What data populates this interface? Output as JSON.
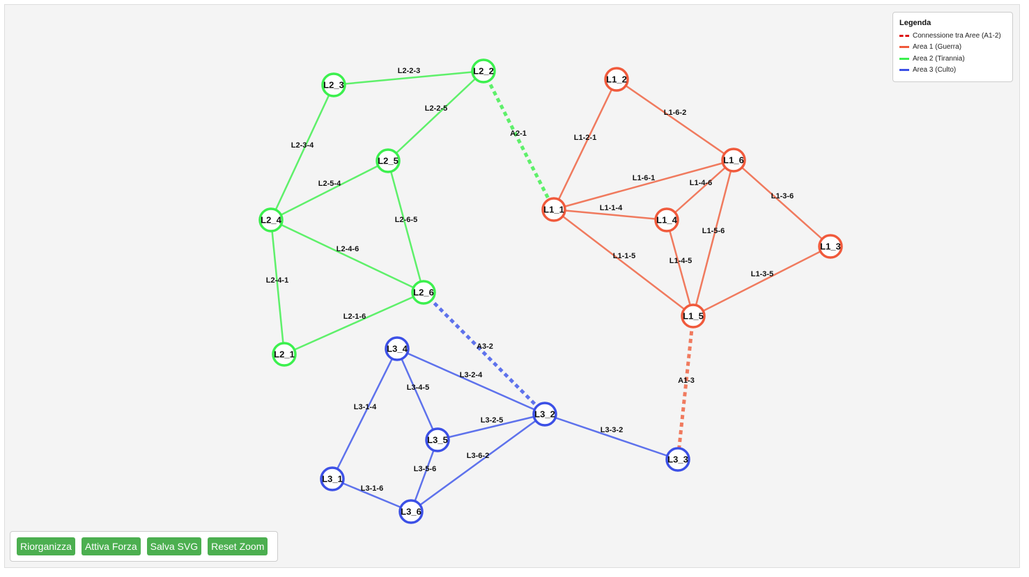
{
  "colors": {
    "area1_node": "#f05a3c",
    "area1_edge": "#f07a5e",
    "area2_node": "#3cf04e",
    "area2_edge": "#5ef06a",
    "area3_node": "#3c50e6",
    "area3_edge": "#5e72ec",
    "legend_connection": "#dd1111"
  },
  "legend": {
    "title": "Legenda",
    "items": [
      {
        "label": "Connessione tra Aree (A1-2)",
        "color": "#dd1111",
        "dashed": true
      },
      {
        "label": "Area 1 (Guerra)",
        "color": "#f05a3c",
        "dashed": false
      },
      {
        "label": "Area 2 (Tirannia)",
        "color": "#3cf04e",
        "dashed": false
      },
      {
        "label": "Area 3 (Culto)",
        "color": "#3c50e6",
        "dashed": false
      }
    ]
  },
  "controls": {
    "reorganize_label": "Riorganizza",
    "force_label": "Attiva Forza",
    "save_label": "Salva SVG",
    "reset_label": "Reset Zoom"
  },
  "graph": {
    "nodes": [
      {
        "id": "L1_1",
        "label": "L1_1",
        "area": 1
      },
      {
        "id": "L1_2",
        "label": "L1_2",
        "area": 1
      },
      {
        "id": "L1_3",
        "label": "L1_3",
        "area": 1
      },
      {
        "id": "L1_4",
        "label": "L1_4",
        "area": 1
      },
      {
        "id": "L1_5",
        "label": "L1_5",
        "area": 1
      },
      {
        "id": "L1_6",
        "label": "L1_6",
        "area": 1
      },
      {
        "id": "L2_1",
        "label": "L2_1",
        "area": 2
      },
      {
        "id": "L2_2",
        "label": "L2_2",
        "area": 2
      },
      {
        "id": "L2_3",
        "label": "L2_3",
        "area": 2
      },
      {
        "id": "L2_4",
        "label": "L2_4",
        "area": 2
      },
      {
        "id": "L2_5",
        "label": "L2_5",
        "area": 2
      },
      {
        "id": "L2_6",
        "label": "L2_6",
        "area": 2
      },
      {
        "id": "L3_1",
        "label": "L3_1",
        "area": 3
      },
      {
        "id": "L3_2",
        "label": "L3_2",
        "area": 3
      },
      {
        "id": "L3_3",
        "label": "L3_3",
        "area": 3
      },
      {
        "id": "L3_4",
        "label": "L3_4",
        "area": 3
      },
      {
        "id": "L3_5",
        "label": "L3_5",
        "area": 3
      },
      {
        "id": "L3_6",
        "label": "L3_6",
        "area": 3
      }
    ],
    "edges": [
      {
        "id": "L1-2-1",
        "source": "L1_2",
        "target": "L1_1",
        "area": 1
      },
      {
        "id": "L1-6-2",
        "source": "L1_6",
        "target": "L1_2",
        "area": 1
      },
      {
        "id": "L1-6-1",
        "source": "L1_6",
        "target": "L1_1",
        "area": 1
      },
      {
        "id": "L1-1-4",
        "source": "L1_1",
        "target": "L1_4",
        "area": 1
      },
      {
        "id": "L1-4-6",
        "source": "L1_4",
        "target": "L1_6",
        "area": 1
      },
      {
        "id": "L1-3-6",
        "source": "L1_3",
        "target": "L1_6",
        "area": 1
      },
      {
        "id": "L1-5-6",
        "source": "L1_5",
        "target": "L1_6",
        "area": 1
      },
      {
        "id": "L1-1-5",
        "source": "L1_1",
        "target": "L1_5",
        "area": 1
      },
      {
        "id": "L1-4-5",
        "source": "L1_4",
        "target": "L1_5",
        "area": 1
      },
      {
        "id": "L1-3-5",
        "source": "L1_3",
        "target": "L1_5",
        "area": 1
      },
      {
        "id": "L2-2-3",
        "source": "L2_2",
        "target": "L2_3",
        "area": 2
      },
      {
        "id": "L2-2-5",
        "source": "L2_2",
        "target": "L2_5",
        "area": 2
      },
      {
        "id": "L2-3-4",
        "source": "L2_3",
        "target": "L2_4",
        "area": 2
      },
      {
        "id": "L2-5-4",
        "source": "L2_5",
        "target": "L2_4",
        "area": 2
      },
      {
        "id": "L2-6-5",
        "source": "L2_6",
        "target": "L2_5",
        "area": 2
      },
      {
        "id": "L2-4-6",
        "source": "L2_4",
        "target": "L2_6",
        "area": 2
      },
      {
        "id": "L2-4-1",
        "source": "L2_4",
        "target": "L2_1",
        "area": 2
      },
      {
        "id": "L2-1-6",
        "source": "L2_1",
        "target": "L2_6",
        "area": 2
      },
      {
        "id": "L3-2-4",
        "source": "L3_2",
        "target": "L3_4",
        "area": 3
      },
      {
        "id": "L3-4-5",
        "source": "L3_4",
        "target": "L3_5",
        "area": 3
      },
      {
        "id": "L3-1-4",
        "source": "L3_1",
        "target": "L3_4",
        "area": 3
      },
      {
        "id": "L3-2-5",
        "source": "L3_2",
        "target": "L3_5",
        "area": 3
      },
      {
        "id": "L3-3-2",
        "source": "L3_3",
        "target": "L3_2",
        "area": 3
      },
      {
        "id": "L3-6-2",
        "source": "L3_6",
        "target": "L3_2",
        "area": 3
      },
      {
        "id": "L3-5-6",
        "source": "L3_5",
        "target": "L3_6",
        "area": 3
      },
      {
        "id": "L3-1-6",
        "source": "L3_1",
        "target": "L3_6",
        "area": 3
      },
      {
        "id": "A2-1",
        "source": "L2_2",
        "target": "L1_1",
        "area": 2,
        "connection": true
      },
      {
        "id": "A1-3",
        "source": "L1_5",
        "target": "L3_3",
        "area": 1,
        "connection": true
      },
      {
        "id": "A3-2",
        "source": "L2_6",
        "target": "L3_2",
        "area": 3,
        "connection": true
      }
    ]
  }
}
